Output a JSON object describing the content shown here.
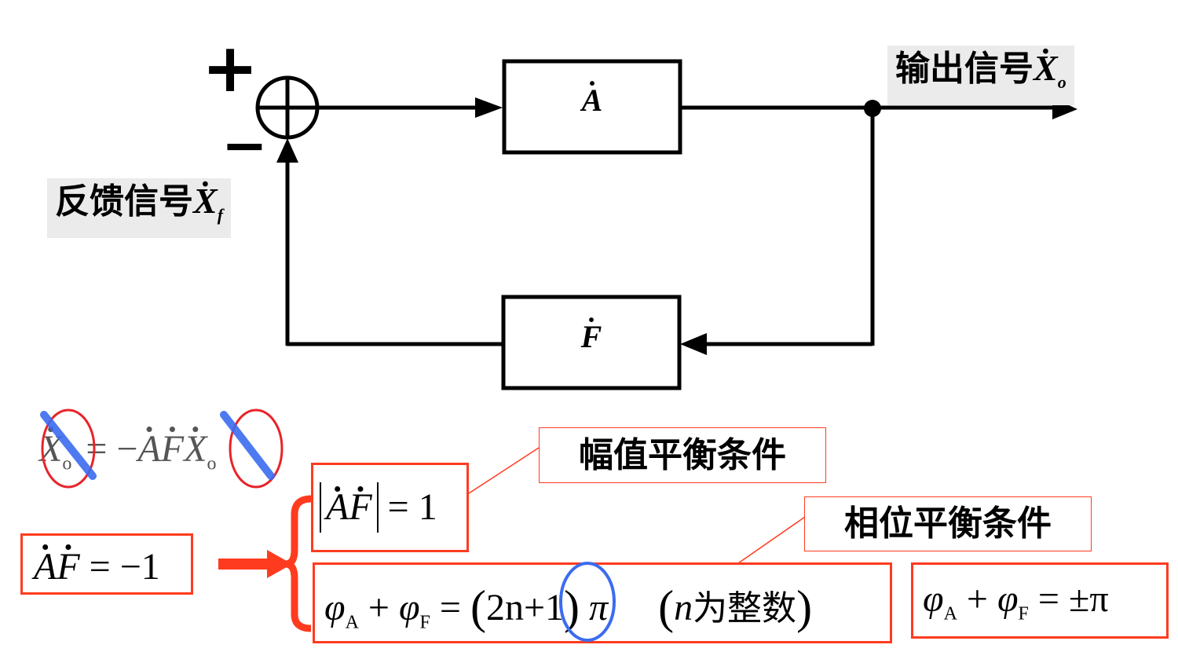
{
  "block_diagram": {
    "plus_sign": "+",
    "minus_sign": "−",
    "forward_block": "A",
    "feedback_block": "F",
    "output_label": "输出信号",
    "output_var": "X",
    "output_sub": "o",
    "feedback_label": "反馈信号",
    "feedback_var": "X",
    "feedback_sub": "f"
  },
  "equations": {
    "cancel_eq": {
      "lhs_var": "X",
      "lhs_sub": "o",
      "mid": "= −",
      "rhs_A": "A",
      "rhs_F": "F",
      "rhs_var": "X",
      "rhs_sub": "o"
    },
    "af_eq": {
      "A": "A",
      "F": "F",
      "rhs": "= −1"
    },
    "magnitude_eq": {
      "A": "A",
      "F": "F",
      "rhs": "= 1"
    },
    "phase_eq": {
      "phi1": "φ",
      "sub1": "A",
      "plus": "+",
      "phi2": "φ",
      "sub2": "F",
      "eq": "=",
      "lparen": "(",
      "two_n": "2n",
      "plus_one": "+1",
      "rparen": ")",
      "pi": "π",
      "note_lparen": "(",
      "note_n": "n",
      "note_text": "为整数",
      "note_rparen": ")"
    },
    "pm_pi_eq": {
      "phi1": "φ",
      "sub1": "A",
      "plus": "+",
      "phi2": "φ",
      "sub2": "F",
      "rhs": "= ±π"
    }
  },
  "conditions": {
    "magnitude": "幅值平衡条件",
    "phase": "相位平衡条件"
  },
  "colors": {
    "accent_red": "#ff3b1f",
    "highlight_blue": "#3b6cf0",
    "circle_red": "#e8242a",
    "label_bg": "#ebebeb"
  }
}
